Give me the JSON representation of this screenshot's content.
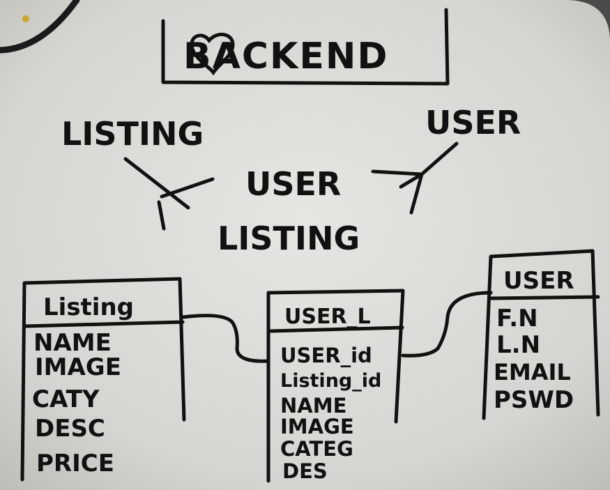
{
  "title": "BACKEND",
  "relationship": {
    "left_entity": "LISTING",
    "right_entity": "USER",
    "join_line1": "USER",
    "join_line2": "LISTING"
  },
  "tables": {
    "listing": {
      "name": "Listing",
      "fields": [
        "NAME",
        "IMAGE",
        "CATY",
        "DESC",
        "PRICE"
      ]
    },
    "user_listing": {
      "name": "USER_L",
      "fields": [
        "USER_id",
        "Listing_id",
        "NAME",
        "IMAGE",
        "CATEG",
        "DES"
      ]
    },
    "user": {
      "name": "USER",
      "fields": [
        "F.N",
        "L.N",
        "EMAIL",
        "PSWD"
      ]
    }
  },
  "colors": {
    "board": "#d9d8d4",
    "ink": "#111111",
    "background": "#4a4a48"
  }
}
